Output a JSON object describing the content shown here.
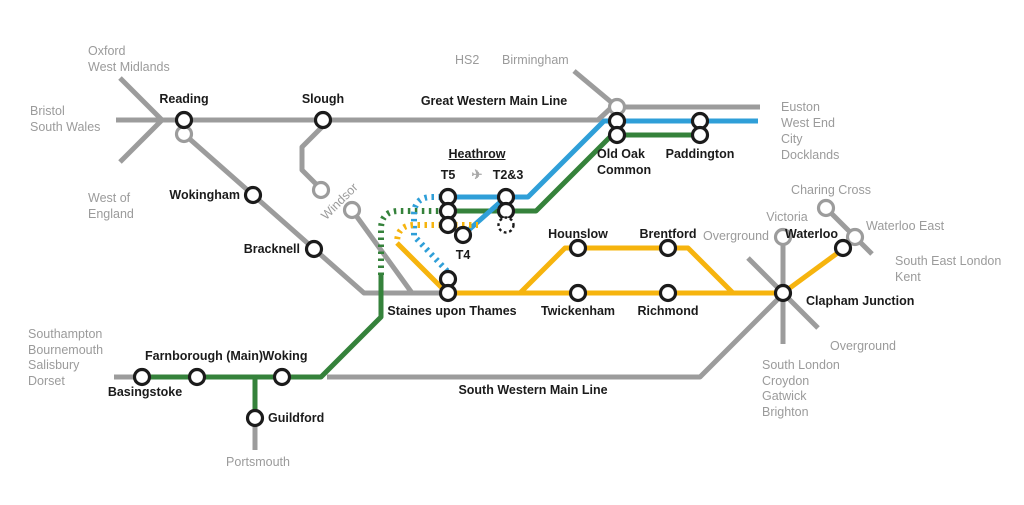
{
  "title": "Heathrow and South West London rail connections schematic map",
  "colors": {
    "line_gray": "#9c9c9c",
    "line_blue": "#2f9fd8",
    "line_green": "#35823b",
    "line_yellow": "#f6b40e",
    "label_dark": "#1b1b1b",
    "label_gray": "#9b9b9b"
  },
  "lines": {
    "great_western": "Great Western Main Line",
    "south_western": "South Western Main Line"
  },
  "stations": {
    "reading": "Reading",
    "slough": "Slough",
    "wokingham": "Wokingham",
    "bracknell": "Bracknell",
    "windsor": "Windsor",
    "heathrow": "Heathrow",
    "t5": "T5",
    "t23": "T2&3",
    "t4": "T4",
    "old_oak_common": "Old Oak\nCommon",
    "paddington": "Paddington",
    "staines": "Staines upon Thames",
    "hounslow": "Hounslow",
    "brentford": "Brentford",
    "twickenham": "Twickenham",
    "richmond": "Richmond",
    "clapham_junction": "Clapham Junction",
    "waterloo": "Waterloo",
    "victoria": "Victoria",
    "charing_cross": "Charing Cross",
    "waterloo_east": "Waterloo East",
    "basingstoke": "Basingstoke",
    "farnborough": "Farnborough (Main)",
    "woking": "Woking",
    "guildford": "Guildford"
  },
  "destinations": {
    "oxford": "Oxford\nWest Midlands",
    "bristol": "Bristol\nSouth Wales",
    "west_of_england": "West of\nEngland",
    "hs2": "HS2",
    "birmingham": "Birmingham",
    "euston": "Euston",
    "west_end": "West End",
    "city": "City",
    "docklands": "Docklands",
    "overground_nw": "Overground",
    "overground_se": "Overground",
    "south_east_london": "South East London\nKent",
    "south_london": "South London\nCroydon\nGatwick\nBrighton",
    "southampton": "Southampton\nBournemouth\nSalisbury\nDorset",
    "portsmouth": "Portsmouth"
  },
  "icons": {
    "airplane": "✈"
  }
}
